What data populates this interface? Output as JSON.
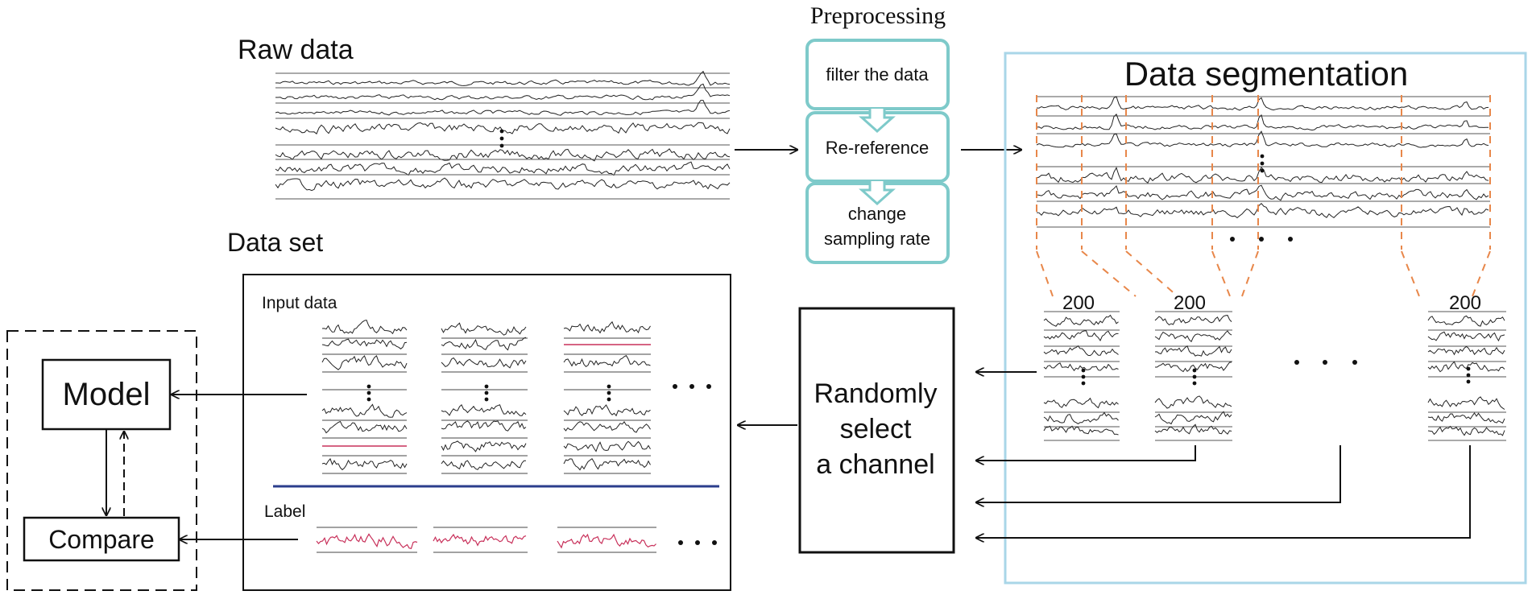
{
  "raw_data": {
    "title": "Raw data"
  },
  "preprocessing": {
    "title": "Preprocessing",
    "steps": [
      {
        "line1": "filter the data",
        "line2": ""
      },
      {
        "line1": "Re-reference",
        "line2": ""
      },
      {
        "line1": "change",
        "line2": "sampling rate"
      }
    ]
  },
  "segmentation": {
    "title": "Data segmentation",
    "segment_labels": [
      "200",
      "200",
      "200"
    ]
  },
  "random_select": {
    "line1": "Randomly",
    "line2": "select",
    "line3": "a channel"
  },
  "dataset": {
    "title": "Data set",
    "input_label": "Input data",
    "label_label": "Label"
  },
  "model": {
    "label": "Model"
  },
  "compare": {
    "label": "Compare"
  },
  "colors": {
    "teal": "#7ECACA",
    "light_blue": "#A9D6E8",
    "orange": "#E8874A",
    "crimson": "#C8305A",
    "navy": "#2B3E8C",
    "black": "#111111"
  }
}
